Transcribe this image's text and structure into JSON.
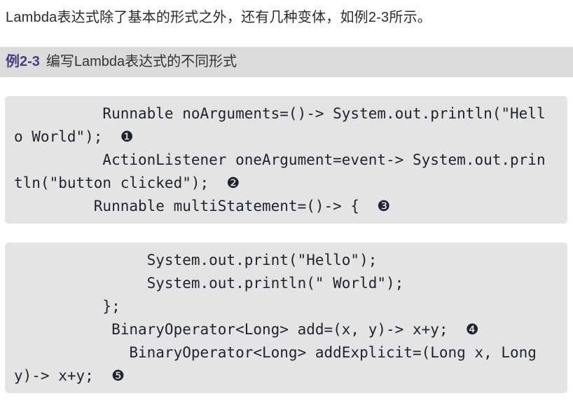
{
  "page": {
    "intro_text": "Lambda表达式除了基本的形式之外，还有几种变体，如例2-3所示。",
    "example_header": {
      "label": "例2-3",
      "title": "编写Lambda表达式的不同形式"
    },
    "code_blocks": [
      {
        "code": "          Runnable noArguments=()-> System.out.println(\"Hell\no World\");  ❶\n          ActionListener oneArgument=event-> System.out.prin\ntln(\"button clicked\");  ❷\n         Runnable multiStatement=()-> {  ❸"
      },
      {
        "code": "               System.out.print(\"Hello\");\n               System.out.println(\" World\");\n          };\n           BinaryOperator<Long> add=(x, y)-> x+y;  ❹\n             BinaryOperator<Long> addExplicit=(Long x, Long\ny)-> x+y;  ❺"
      }
    ],
    "callout_markers": [
      "❶",
      "❷",
      "❸",
      "❹",
      "❺"
    ],
    "colors": {
      "header_bg": "#dbdbdb",
      "header_label": "#4b3d7e",
      "code_bg": "#e4e4e4",
      "body_text": "#2b2b2b",
      "code_text": "#1d2430"
    }
  }
}
